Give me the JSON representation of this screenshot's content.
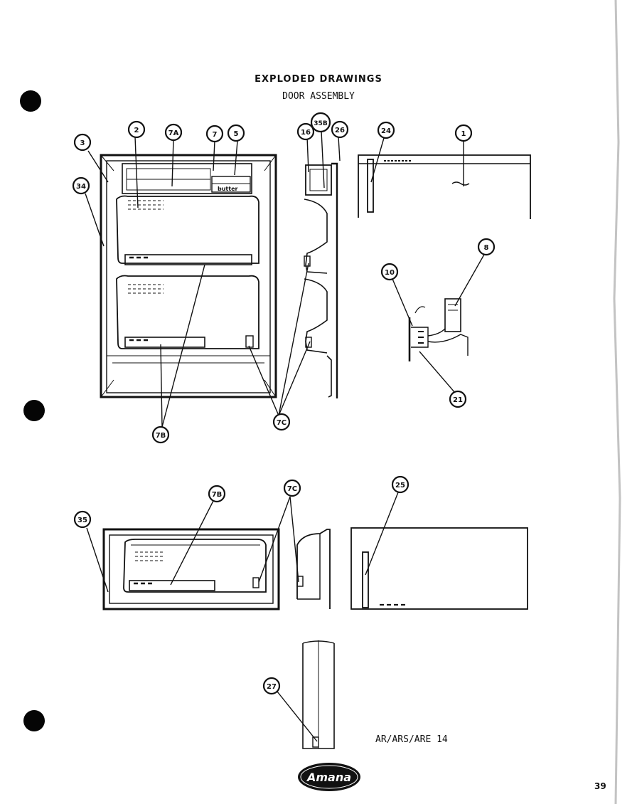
{
  "header": {
    "title": "EXPLODED DRAWINGS",
    "subtitle": "DOOR ASSEMBLY"
  },
  "callouts": {
    "c3": "3",
    "c34": "34",
    "c2": "2",
    "c7a": "7A",
    "c7": "7",
    "c5": "5",
    "c16": "16",
    "c35b": "35B",
    "c26": "26",
    "c24": "24",
    "c1": "1",
    "c8": "8",
    "c10": "10",
    "c21": "21",
    "c7b_top": "7B",
    "c7c_top": "7C",
    "c35": "35",
    "c7b_bottom": "7B",
    "c7c_bottom": "7C",
    "c25": "25",
    "c27": "27"
  },
  "labels": {
    "butter": "butter"
  },
  "footer": {
    "model": "AR/ARS/ARE 14",
    "brand": "Amana",
    "page_number": "39"
  },
  "colors": {
    "ink": "#111111",
    "paper": "#ffffff"
  }
}
